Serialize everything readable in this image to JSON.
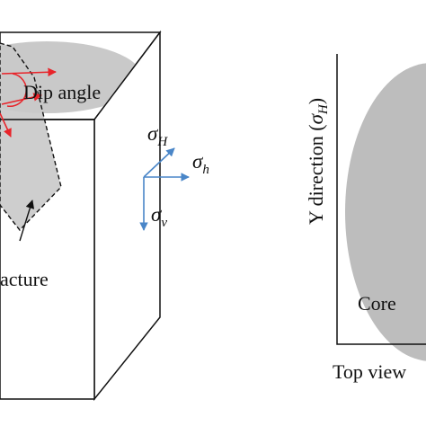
{
  "labels": {
    "dip_angle": "Dip angle",
    "fracture": "acture",
    "core": "Core",
    "top_view": "Top view",
    "y_direction_prefix": "Y direction (",
    "y_direction_sub": "H",
    "y_direction_suffix": ")"
  },
  "stress_axes": {
    "sigma": "σ",
    "h_max_sub": "H",
    "h_min_sub": "h",
    "v_sub": "v"
  },
  "colors": {
    "outline": "#111111",
    "shade": "#c9c9c9",
    "core_fill": "#bdbdbd",
    "dip_arrow": "#e8242a",
    "stress_arrow": "#4a86c8"
  }
}
